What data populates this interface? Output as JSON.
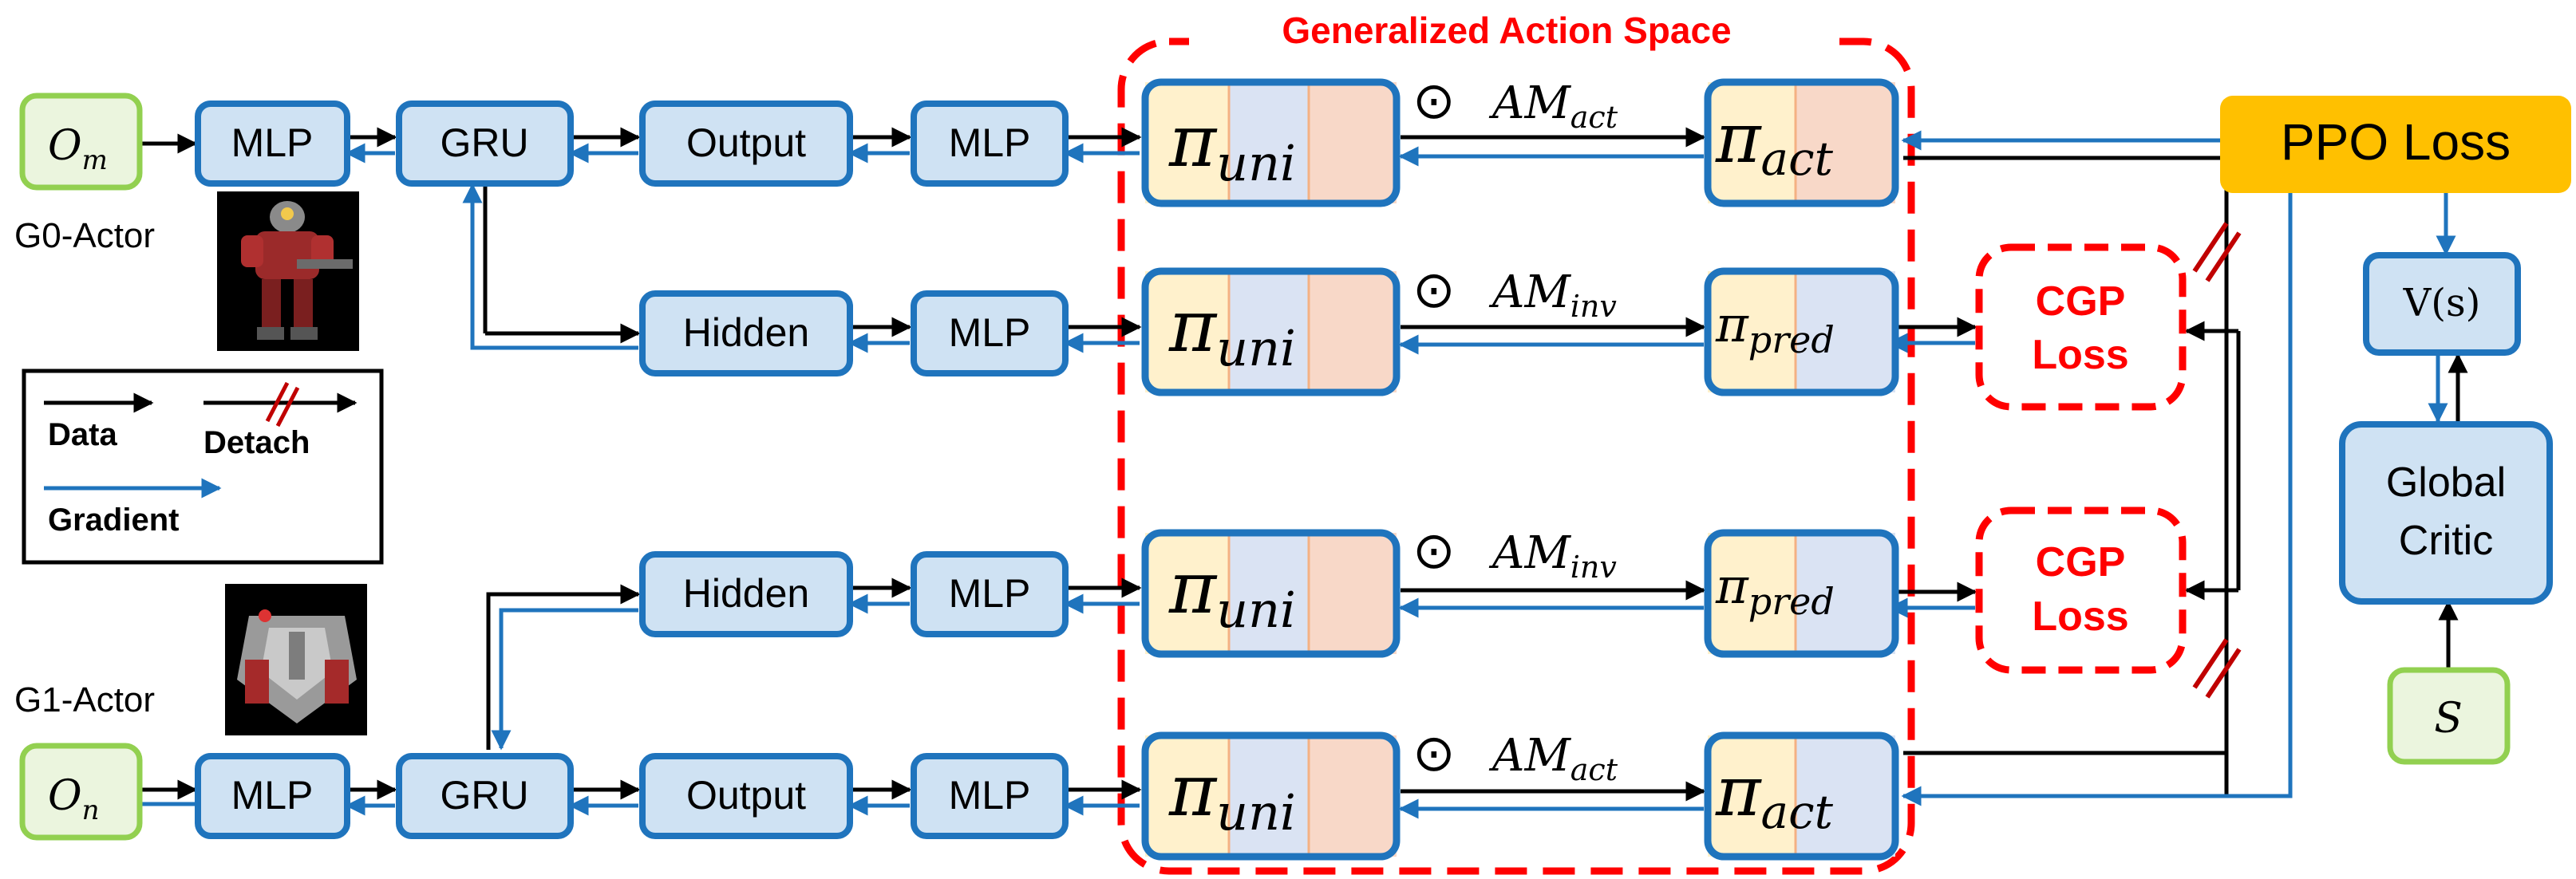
{
  "title": "Generalized Action Space",
  "inputs": {
    "om": "O",
    "om_sub": "m",
    "on": "O",
    "on_sub": "n",
    "s": "S"
  },
  "actors": {
    "g0": "G0-Actor",
    "g1": "G1-Actor"
  },
  "blocks": {
    "mlp": "MLP",
    "gru": "GRU",
    "output": "Output",
    "hidden": "Hidden"
  },
  "policy": {
    "pi": "π",
    "uni": "uni",
    "act": "act",
    "pred": "pred",
    "odot": "⊙",
    "am": "AM",
    "am_act_sub": "act",
    "am_inv_sub": "inv"
  },
  "losses": {
    "ppo": "PPO Loss",
    "cgp_line1": "CGP",
    "cgp_line2": "Loss"
  },
  "critic": {
    "value": "V(s)",
    "line1": "Global",
    "line2": "Critic"
  },
  "legend": {
    "data": "Data",
    "detach": "Detach",
    "gradient": "Gradient"
  },
  "colors": {
    "box_fill": "#cfe2f3",
    "box_stroke": "#1f74bd",
    "data_arrow": "#000000",
    "gradient_arrow": "#1f74bd",
    "gas_border": "#ff0000",
    "ppo_fill": "#ffc000",
    "input_stroke": "#92d050",
    "input_fill": "#ebf5de",
    "seg_yellow": "#fff1cc",
    "seg_blue": "#dae3f3",
    "seg_peach": "#f8d8c8",
    "detach_mark": "#c00000"
  }
}
